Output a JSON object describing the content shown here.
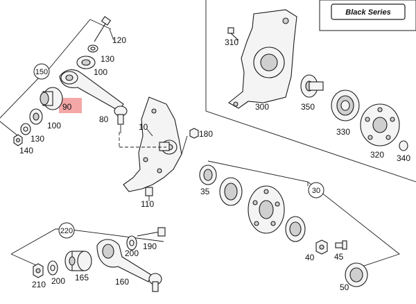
{
  "badge": {
    "text": "Black Series"
  },
  "highlight": {
    "color": "#f4a7a7",
    "part": "90"
  },
  "callouts": {
    "p120": "120",
    "p130a": "130",
    "p100a": "100",
    "p150": "150",
    "p90": "90",
    "p80": "80",
    "p100b": "100",
    "p130b": "130",
    "p140": "140",
    "p10": "10",
    "p180": "180",
    "p35": "35",
    "p110": "110",
    "p310": "310",
    "p300": "300",
    "p350": "350",
    "p330": "330",
    "p320": "320",
    "p340": "340",
    "p30": "30",
    "p220": "220",
    "p200a": "200",
    "p190": "190",
    "p210": "210",
    "p200b": "200",
    "p165": "165",
    "p160": "160",
    "p40": "40",
    "p45": "45",
    "p50": "50"
  }
}
